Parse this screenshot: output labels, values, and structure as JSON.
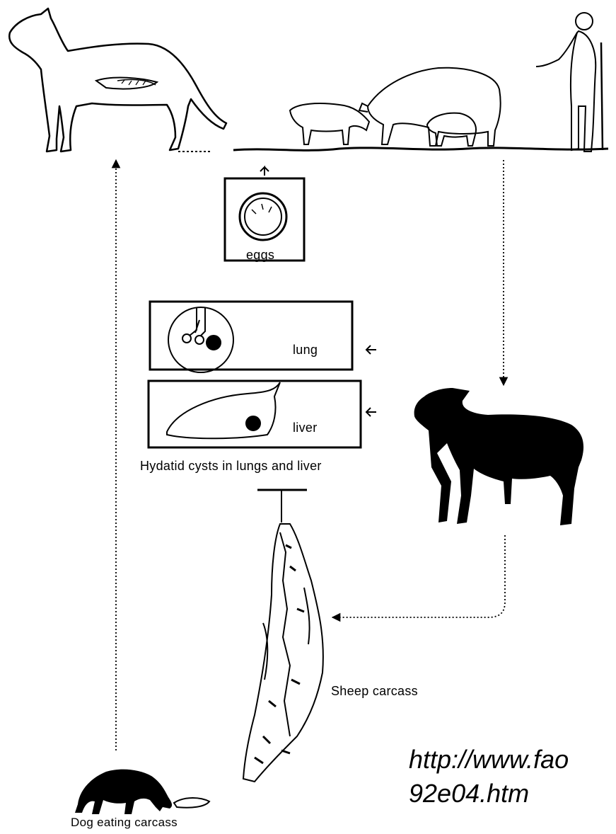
{
  "labels": {
    "eggs": "eggs",
    "lung": "lung",
    "liver": "liver",
    "cysts_caption": "Hydatid cysts in lungs and liver",
    "sheep_carcass": "Sheep carcass",
    "dog_eating": "Dog eating carcass"
  },
  "source_url": {
    "line1": "http://www.fao",
    "line2": "92e04.htm"
  },
  "colors": {
    "ink": "#000000",
    "background": "#ffffff"
  },
  "icons": {
    "dog": "dog-icon",
    "tapeworm": "tapeworm-icon",
    "grazing_sheep": "grazing-sheep-icon",
    "cow": "cow-icon",
    "shepherd": "shepherd-icon",
    "egg": "egg-icon",
    "lung": "lung-icon",
    "liver": "liver-icon",
    "black_sheep": "black-sheep-icon",
    "carcass": "hanging-carcass-icon",
    "dog_eating": "dog-eating-icon"
  }
}
